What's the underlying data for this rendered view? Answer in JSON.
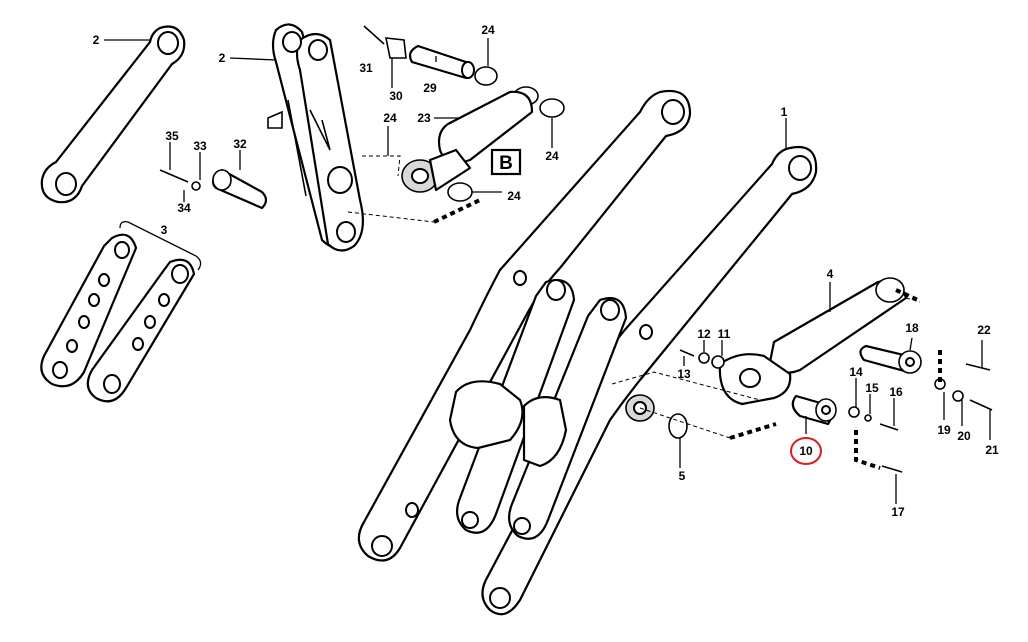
{
  "callouts": [
    {
      "id": "c2a",
      "label": "2"
    },
    {
      "id": "c2b",
      "label": "2"
    },
    {
      "id": "c31",
      "label": "31"
    },
    {
      "id": "c30",
      "label": "30"
    },
    {
      "id": "c29",
      "label": "29"
    },
    {
      "id": "c24a",
      "label": "24"
    },
    {
      "id": "c24b",
      "label": "24"
    },
    {
      "id": "c24c",
      "label": "24"
    },
    {
      "id": "c24d",
      "label": "24"
    },
    {
      "id": "c23",
      "label": "23"
    },
    {
      "id": "c35",
      "label": "35"
    },
    {
      "id": "c33",
      "label": "33"
    },
    {
      "id": "c32",
      "label": "32"
    },
    {
      "id": "c34",
      "label": "34"
    },
    {
      "id": "c3",
      "label": "3"
    },
    {
      "id": "c1",
      "label": "1"
    },
    {
      "id": "c4",
      "label": "4"
    },
    {
      "id": "c12",
      "label": "12"
    },
    {
      "id": "c11",
      "label": "11"
    },
    {
      "id": "c13",
      "label": "13"
    },
    {
      "id": "c18",
      "label": "18"
    },
    {
      "id": "c22",
      "label": "22"
    },
    {
      "id": "c14",
      "label": "14"
    },
    {
      "id": "c15",
      "label": "15"
    },
    {
      "id": "c16",
      "label": "16"
    },
    {
      "id": "c19",
      "label": "19"
    },
    {
      "id": "c20",
      "label": "20"
    },
    {
      "id": "c21",
      "label": "21"
    },
    {
      "id": "c10",
      "label": "10"
    },
    {
      "id": "c5",
      "label": "5"
    },
    {
      "id": "c17",
      "label": "17"
    }
  ],
  "detail_box": {
    "label": "B"
  },
  "highlighted_part": "10"
}
